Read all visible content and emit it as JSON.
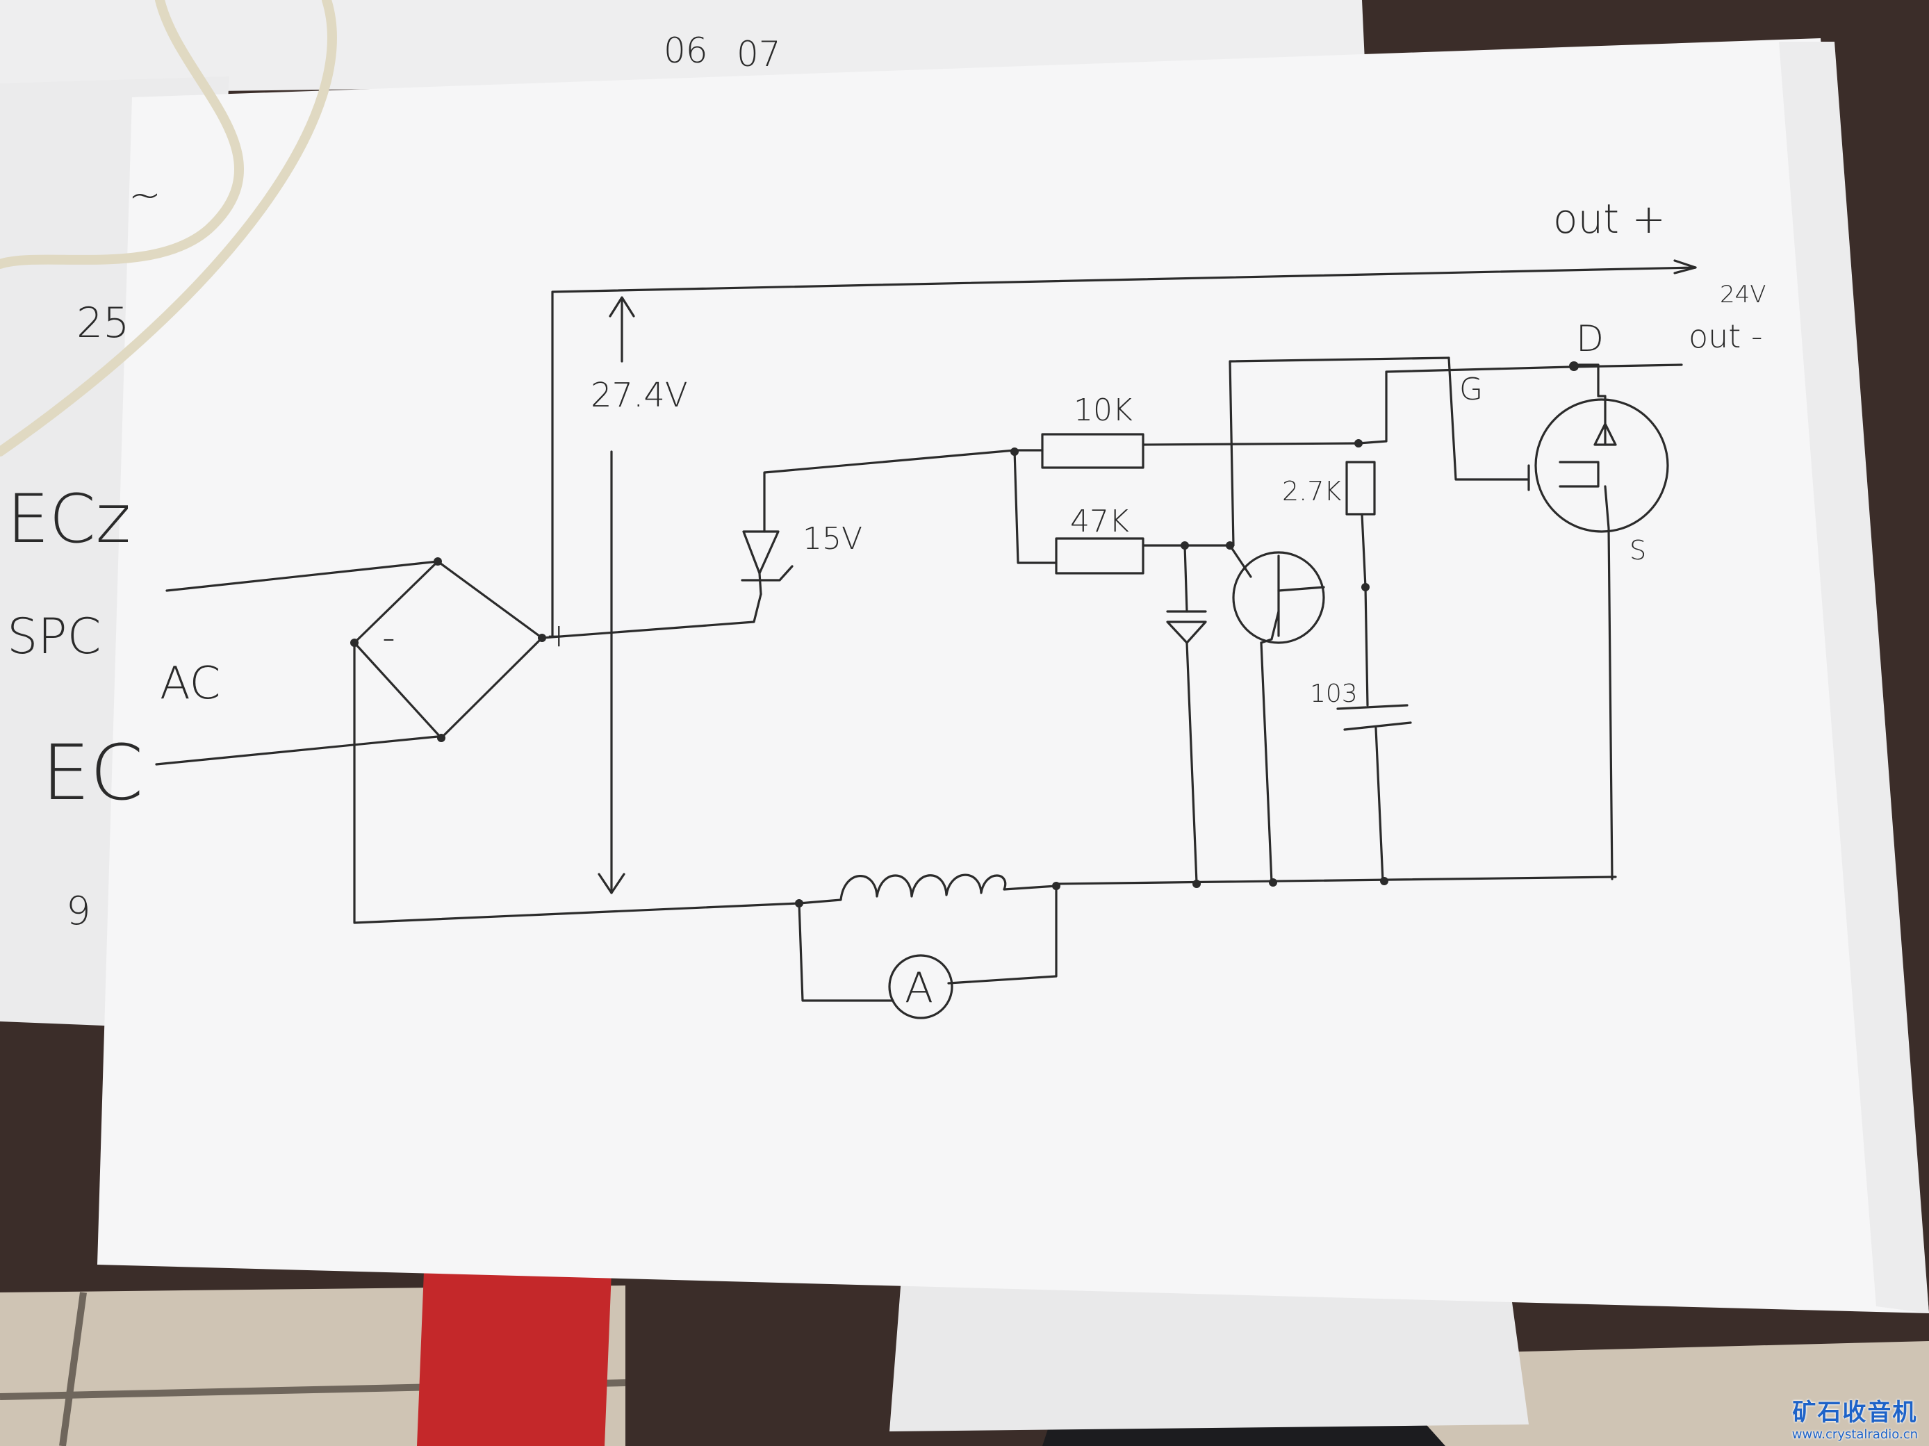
{
  "diagram": {
    "labels": {
      "out_plus": "out +",
      "out_minus": "out -",
      "v24": "24V",
      "drain": "D",
      "gate": "G",
      "source": "S",
      "voltage_274": "27.4V",
      "r10k": "10K",
      "r47k": "47K",
      "r27k": "2.7K",
      "zener": "15V",
      "cap": "103",
      "ac": "AC",
      "bridge_plus": "+",
      "bridge_minus": "-",
      "ammeter": "A"
    },
    "scribbles": {
      "s1": "~",
      "s2": "ECz",
      "s3": "SPC",
      "s4": "EC",
      "s5": "9",
      "s6": "25",
      "s7": "06",
      "s8": "07"
    }
  },
  "watermark": {
    "title": "矿石收音机",
    "url": "www.crystalradio.cn"
  }
}
